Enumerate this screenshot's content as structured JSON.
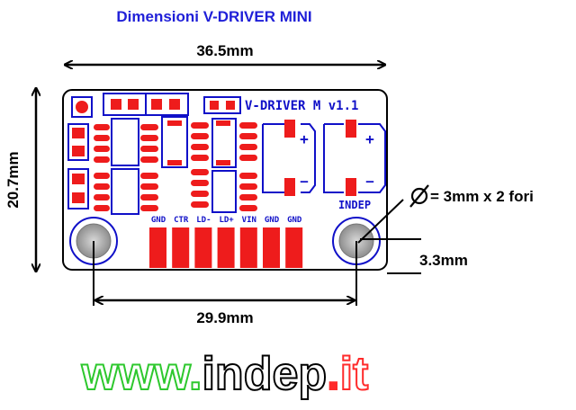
{
  "title": "Dimensioni V-DRIVER MINI",
  "dimensions": {
    "width": "36.5mm",
    "height": "20.7mm",
    "hole_spacing": "29.9mm",
    "hole_offset": "3.3mm",
    "holes": "= 3mm x 2 fori"
  },
  "board": {
    "name": "V-DRIVER M v1.1",
    "brand": "INDEP",
    "pins": [
      "GND",
      "CTR",
      "LD-",
      "LD+",
      "VIN",
      "GND",
      "GND"
    ],
    "polarity_plus": "+",
    "polarity_minus": "–"
  },
  "footer": {
    "www": "www.",
    "name": "indep",
    "dot": ".",
    "tld": "it"
  },
  "colors": {
    "title_blue": "#1f1fd8",
    "silkscreen_blue": "#1010c8",
    "pad_red": "#ee1c1c",
    "www_green": "#2ec82e",
    "tld_red": "#ff2a2a"
  }
}
